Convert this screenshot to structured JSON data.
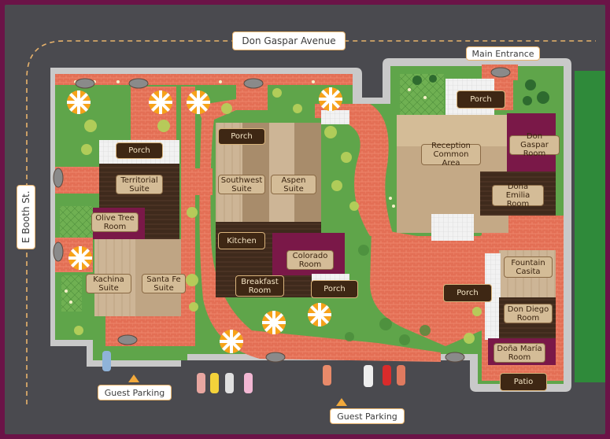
{
  "streets": {
    "north": "Don Gaspar Avenue",
    "west": "E Booth St."
  },
  "signs": {
    "main_entrance": "Main Entrance",
    "guest_parking_left": "Guest Parking",
    "guest_parking_bottom": "Guest Parking"
  },
  "rooms": {
    "porch_west": "Porch",
    "territorial": "Territorial\nSuite",
    "olive_tree": "Olive Tree\nRoom",
    "kachina": "Kachina\nSuite",
    "santa_fe": "Santa Fe\nSuite",
    "porch_center": "Porch",
    "southwest": "Southwest\nSuite",
    "aspen": "Aspen\nSuite",
    "kitchen": "Kitchen",
    "colorado": "Colorado\nRoom",
    "breakfast": "Breakfast\nRoom",
    "porch_south": "Porch",
    "porch_north": "Porch",
    "reception": "Reception\nCommon Area",
    "don_gaspar": "Don Gaspar\nRoom",
    "dona_emilia": "Doña Emilia\nRoom",
    "fountain": "Fountain\nCasita",
    "porch_east": "Porch",
    "don_diego": "Don Diego\nRoom",
    "dona_maria": "Doña María\nRoom",
    "patio": "Patio"
  },
  "colors": {
    "border": "#6b1347",
    "road": "#4a4a4f",
    "sidewalk": "#c8c8c8",
    "grass": "#5fa54a",
    "brick_path": "#e36f55",
    "building_dark": "#4a3526",
    "building_light": "#cdb596",
    "room_accent": "#7a1848",
    "label_bg": "#3e2714",
    "label_text": "#f6e6c6",
    "parking_arrow": "#f2a93b"
  }
}
